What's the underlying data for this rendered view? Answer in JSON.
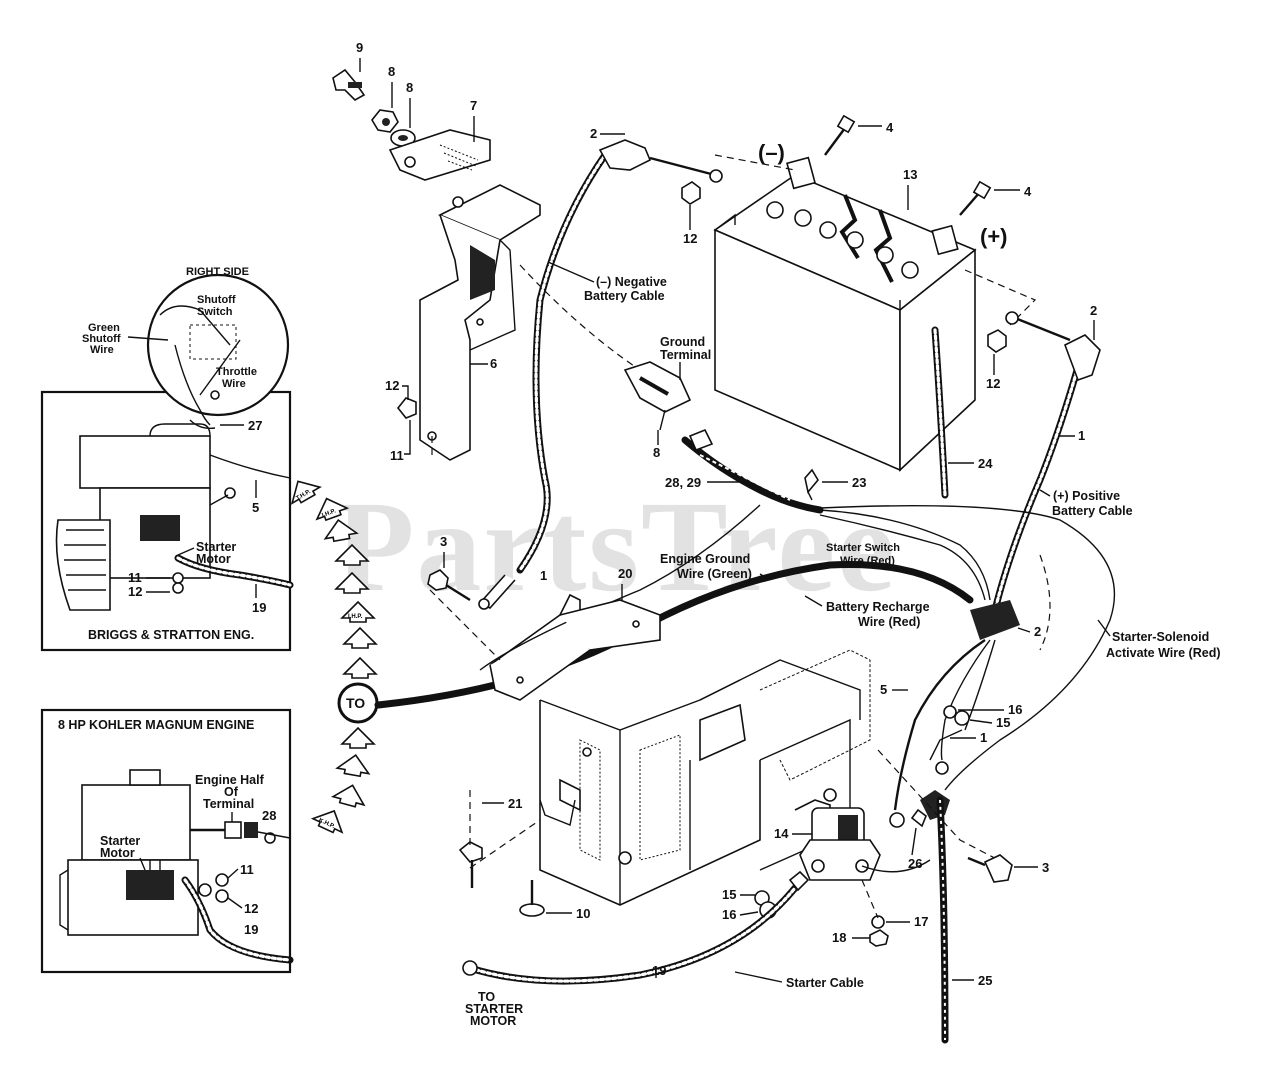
{
  "watermark": "PartsTree",
  "labels": {
    "neg_sign": "(–)",
    "pos_sign": "(+)",
    "neg_cable": [
      "(–) Negative",
      "Battery Cable"
    ],
    "pos_cable": [
      "(+) Positive",
      "Battery Cable"
    ],
    "ground_terminal": [
      "Ground",
      "Terminal"
    ],
    "engine_ground": [
      "Engine Ground",
      "Wire (Green)"
    ],
    "starter_switch": [
      "Starter Switch",
      "Wire (Red)"
    ],
    "battery_recharge": [
      "Battery Recharge",
      "Wire (Red)"
    ],
    "starter_solenoid": [
      "Starter-Solenoid",
      "Activate Wire (Red)"
    ],
    "starter_cable": "Starter Cable",
    "to_starter_motor": [
      "TO",
      "STARTER",
      "MOTOR"
    ],
    "to_circle": "TO",
    "right_side": "RIGHT SIDE",
    "shutoff_switch": [
      "Shutoff",
      "Switch"
    ],
    "green_shutoff_wire": [
      "Green",
      "Shutoff",
      "Wire"
    ],
    "throttle_wire": [
      "Throttle",
      "Wire"
    ],
    "starter_motor_bs": [
      "Starter",
      "Motor"
    ],
    "briggs_title": "BRIGGS & STRATTON ENG.",
    "kohler_title": "8 HP KOHLER MAGNUM ENGINE",
    "engine_half_terminal": [
      "Engine Half",
      "Of",
      "Terminal"
    ],
    "starter_motor_k": [
      "Starter",
      "Motor"
    ],
    "arrow_text": [
      "T.H.P.",
      "I.H.P.",
      "K.H.P."
    ]
  },
  "callouts": {
    "n9": "9",
    "n8a": "8",
    "n8b": "8",
    "n7": "7",
    "n2a": "2",
    "n4a": "4",
    "n4b": "4",
    "n13": "13",
    "n12a": "12",
    "n12b": "12",
    "n2b": "2",
    "n6": "6",
    "n12c": "12",
    "n11a": "11",
    "n8c": "8",
    "n1a": "1",
    "n24": "24",
    "n2829": "28, 29",
    "n23": "23",
    "n3a": "3",
    "n1b": "1",
    "n20": "20",
    "n2c": "2",
    "n5a": "5",
    "n16a": "16",
    "n15a": "15",
    "n1c": "1",
    "n14": "14",
    "n26": "26",
    "n3b": "3",
    "n21": "21",
    "n10": "10",
    "n15b": "15",
    "n16b": "16",
    "n17": "17",
    "n18": "18",
    "n19a": "19",
    "n25": "25",
    "n27": "27",
    "n5b": "5",
    "n11b": "11",
    "n12d": "12",
    "n19b": "19",
    "n28": "28",
    "n11c": "11",
    "n12e": "12",
    "n19c": "19"
  }
}
